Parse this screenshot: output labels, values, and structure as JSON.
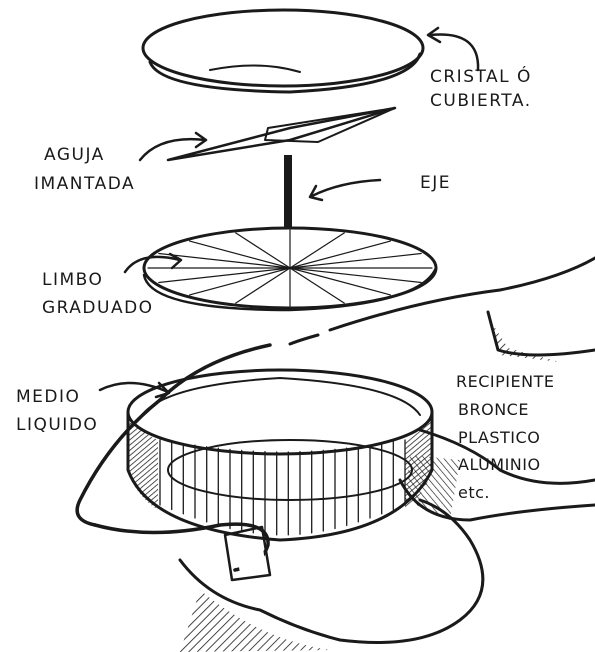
{
  "labels": {
    "cristal_line1": "CRISTAL Ó",
    "cristal_line2": "CUBIERTA.",
    "aguja_line1": "AGUJA",
    "aguja_line2": "IMANTADA",
    "eje": "EJE",
    "limbo_line1": "LIMBO",
    "limbo_line2": "GRADUADO",
    "medio_line1": "MEDIO",
    "medio_line2": "LIQUIDO",
    "recipiente_line1": "RECIPIENTE",
    "recipiente_line2": "BRONCE",
    "recipiente_line3": "PLASTICO",
    "recipiente_line4": "ALUMINIO",
    "recipiente_line5": "etc."
  },
  "colors": {
    "ink": "#1a1a1a",
    "paper": "#ffffff"
  }
}
